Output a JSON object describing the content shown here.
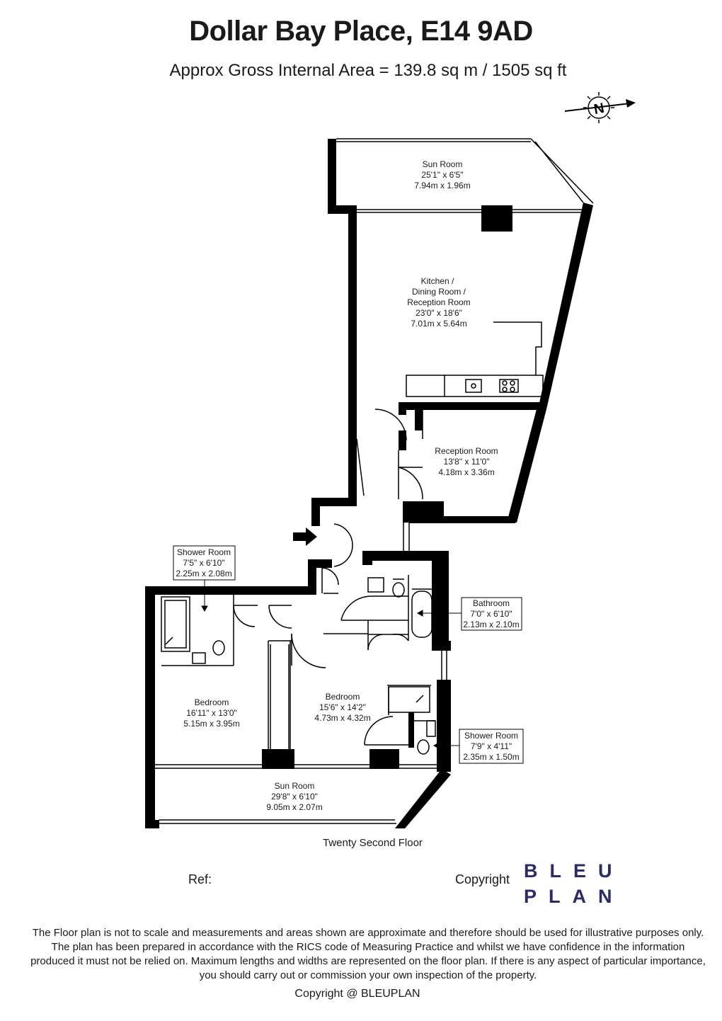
{
  "header": {
    "title": "Dollar Bay Place, E14 9AD",
    "area": "Approx Gross Internal Area = 139.8 sq m / 1505 sq ft"
  },
  "compass": {
    "letter": "N"
  },
  "rooms": {
    "sun_room_top": {
      "name": "Sun Room",
      "imperial": "25'1\" x 6'5\"",
      "metric": "7.94m x 1.96m"
    },
    "kitchen": {
      "line1": "Kitchen /",
      "line2": "Dining Room /",
      "line3": "Reception Room",
      "imperial": "23'0\" x 18'6\"",
      "metric": "7.01m x 5.64m"
    },
    "reception": {
      "name": "Reception Room",
      "imperial": "13'8\" x 11'0\"",
      "metric": "4.18m x 3.36m"
    },
    "shower_room_1": {
      "name": "Shower Room",
      "imperial": "7'5\" x 6'10\"",
      "metric": "2.25m x 2.08m"
    },
    "bathroom": {
      "name": "Bathroom",
      "imperial": "7'0\" x 6'10\"",
      "metric": "2.13m x 2.10m"
    },
    "bedroom_1": {
      "name": "Bedroom",
      "imperial": "16'11\" x 13'0\"",
      "metric": "5.15m x 3.95m"
    },
    "bedroom_2": {
      "name": "Bedroom",
      "imperial": "15'6\" x 14'2\"",
      "metric": "4.73m x 4.32m"
    },
    "shower_room_2": {
      "name": "Shower Room",
      "imperial": "7'9\" x 4'11\"",
      "metric": "2.35m x 1.50m"
    },
    "sun_room_bottom": {
      "name": "Sun Room",
      "imperial": "29'8\" x 6'10\"",
      "metric": "9.05m x 2.07m"
    }
  },
  "floor_label": "Twenty Second Floor",
  "ref_label": "Ref:",
  "copyright_label": "Copyright",
  "logo": {
    "line1": "BLEU",
    "line2": "PLAN"
  },
  "disclaimer": "The Floor plan is not to scale and measurements and areas shown are approximate and therefore should be used for illustrative purposes only. The plan has been prepared in accordance with the RICS code of Measuring Practice and whilst we have confidence in the information produced it must not be relied on. Maximum lengths and widths are represented on the floor plan. If there is any aspect of particular importance, you should carry out or commission your own inspection of the property.",
  "footer_copyright": "Copyright @ BLEUPLAN",
  "colors": {
    "wall": "#000000",
    "logo": "#2b2a6b"
  }
}
